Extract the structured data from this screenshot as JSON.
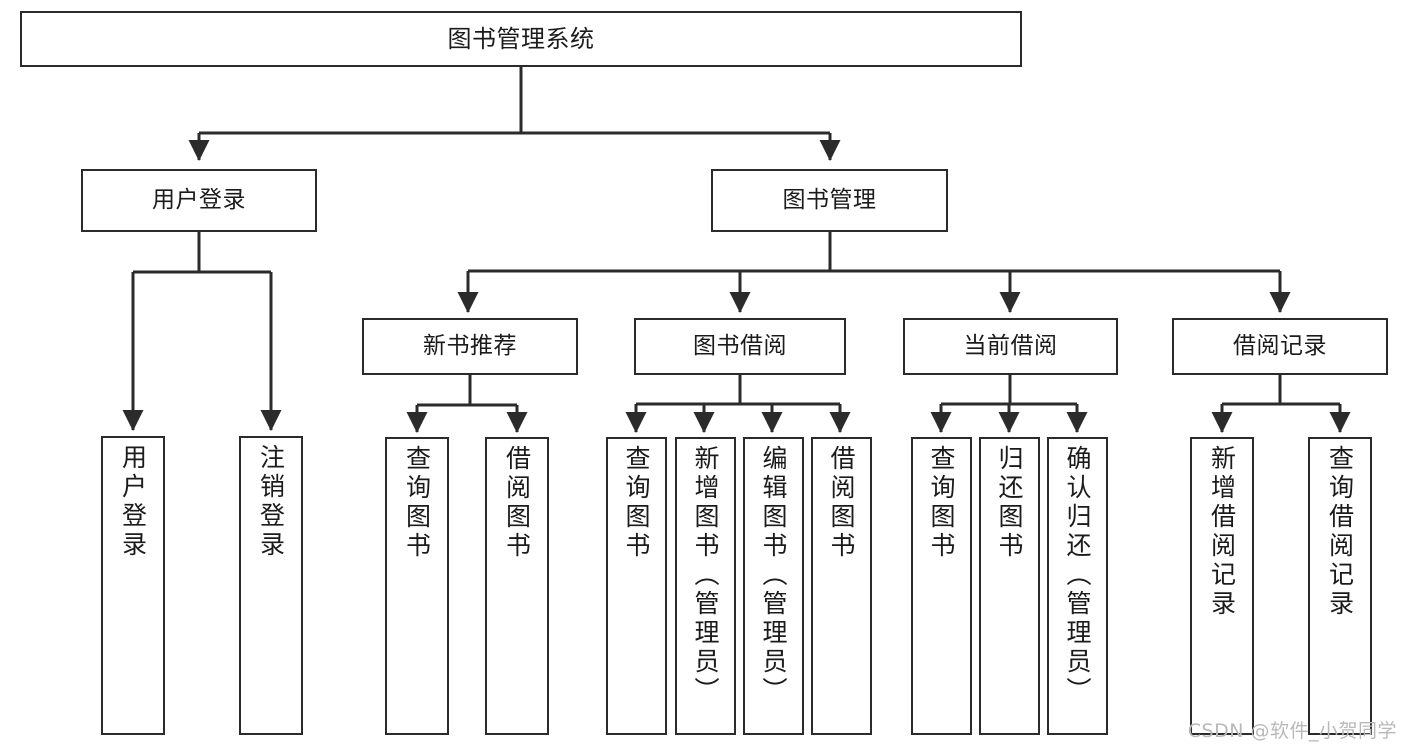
{
  "diagram": {
    "title": "图书管理系统",
    "type": "function-structure-tree",
    "orientation": "top-down",
    "levels": 4
  },
  "nodes": {
    "root": {
      "label": "图书管理系统"
    },
    "level2": [
      {
        "id": "user-login",
        "label": "用户登录"
      },
      {
        "id": "book-management",
        "label": "图书管理"
      }
    ],
    "level3": [
      {
        "id": "new-book-recommend",
        "label": "新书推荐"
      },
      {
        "id": "book-borrow",
        "label": "图书借阅"
      },
      {
        "id": "current-borrow",
        "label": "当前借阅"
      },
      {
        "id": "borrow-record",
        "label": "借阅记录"
      }
    ],
    "leaves": {
      "user_login": [
        {
          "id": "leaf-user-login",
          "label": "用户登录"
        },
        {
          "id": "leaf-logout-login",
          "label": "注销登录"
        }
      ],
      "new_book_recommend": [
        {
          "id": "leaf-query-book-1",
          "label": "查询图书"
        },
        {
          "id": "leaf-borrow-book-1",
          "label": "借阅图书"
        }
      ],
      "book_borrow": [
        {
          "id": "leaf-query-book-2",
          "label": "查询图书"
        },
        {
          "id": "leaf-add-book",
          "label": "新增图书（管理员）"
        },
        {
          "id": "leaf-edit-book",
          "label": "编辑图书（管理员）"
        },
        {
          "id": "leaf-borrow-book-2",
          "label": "借阅图书"
        }
      ],
      "current_borrow": [
        {
          "id": "leaf-query-book-3",
          "label": "查询图书"
        },
        {
          "id": "leaf-return-book",
          "label": "归还图书"
        },
        {
          "id": "leaf-confirm-return",
          "label": "确认归还（管理员）"
        }
      ],
      "borrow_record": [
        {
          "id": "leaf-add-record",
          "label": "新增借阅记录"
        },
        {
          "id": "leaf-query-record",
          "label": "查询借阅记录"
        }
      ]
    }
  },
  "colors": {
    "background": "#ffffff",
    "node_border": "#2b2b2b",
    "node_fill": "#ffffff",
    "edge": "#2b2b2b",
    "text": "#1b1b1b",
    "watermark": "#b9b9b9"
  },
  "watermark": {
    "text": "CSDN @软件_小贺同学"
  }
}
